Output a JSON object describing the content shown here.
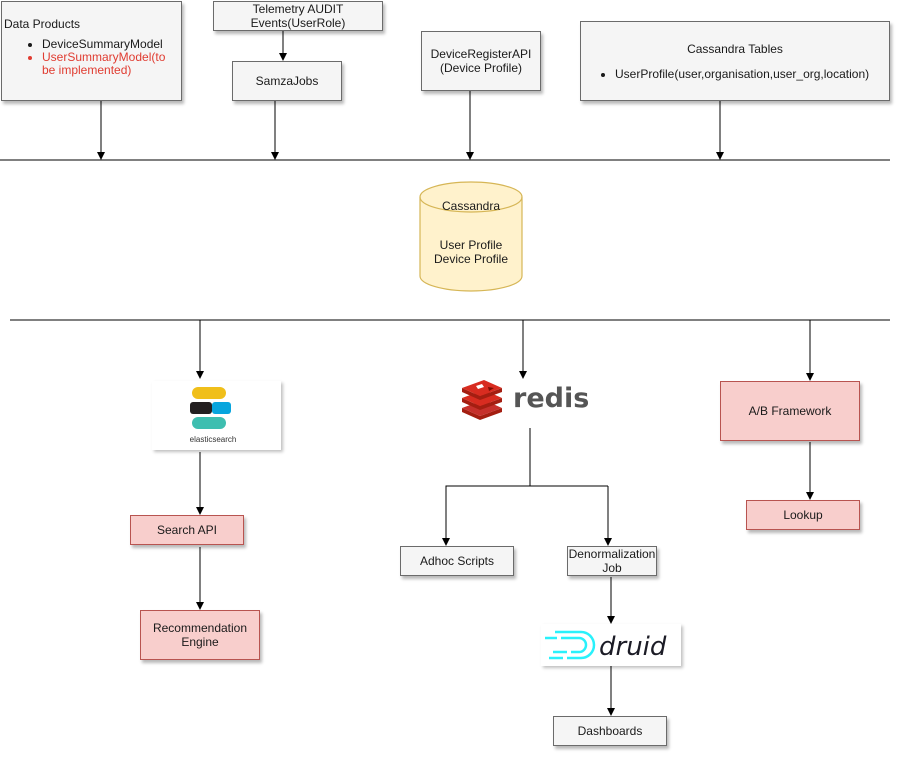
{
  "data_products": {
    "title": "Data Products",
    "items": [
      {
        "label": "DeviceSummaryModel",
        "status": "implemented"
      },
      {
        "label": "UserSummaryModel(to be implemented)",
        "status": "pending"
      }
    ]
  },
  "telemetry": {
    "label": "Telemetry AUDIT Events(UserRole)"
  },
  "samza": {
    "label": "SamzaJobs"
  },
  "device_register": {
    "label": "DeviceRegisterAPI (Device Profile)"
  },
  "cassandra_tables": {
    "title": "Cassandra Tables",
    "items": [
      "UserProfile(user,organisation,user_org,location)"
    ]
  },
  "cassandra": {
    "title": "Cassandra",
    "line1": "User Profile",
    "line2": "Device Profile"
  },
  "elasticsearch": {
    "label": "elasticsearch"
  },
  "redis": {
    "label": "redis"
  },
  "search_api": {
    "label": "Search API"
  },
  "recommendation": {
    "label": "Recommendation Engine"
  },
  "adhoc": {
    "label": "Adhoc Scripts"
  },
  "denorm": {
    "label": "Denormalization Job"
  },
  "druid": {
    "label": "druid"
  },
  "dashboards": {
    "label": "Dashboards"
  },
  "ab_framework": {
    "label": "A/B Framework"
  },
  "lookup": {
    "label": "Lookup"
  },
  "colors": {
    "pink_fill": "#f8cecc",
    "pink_border": "#b85450",
    "cylinder_fill": "#fff2cc",
    "cylinder_border": "#d6b656",
    "redis_red": "#c6302b",
    "druid_cyan": "#29f1fb"
  }
}
